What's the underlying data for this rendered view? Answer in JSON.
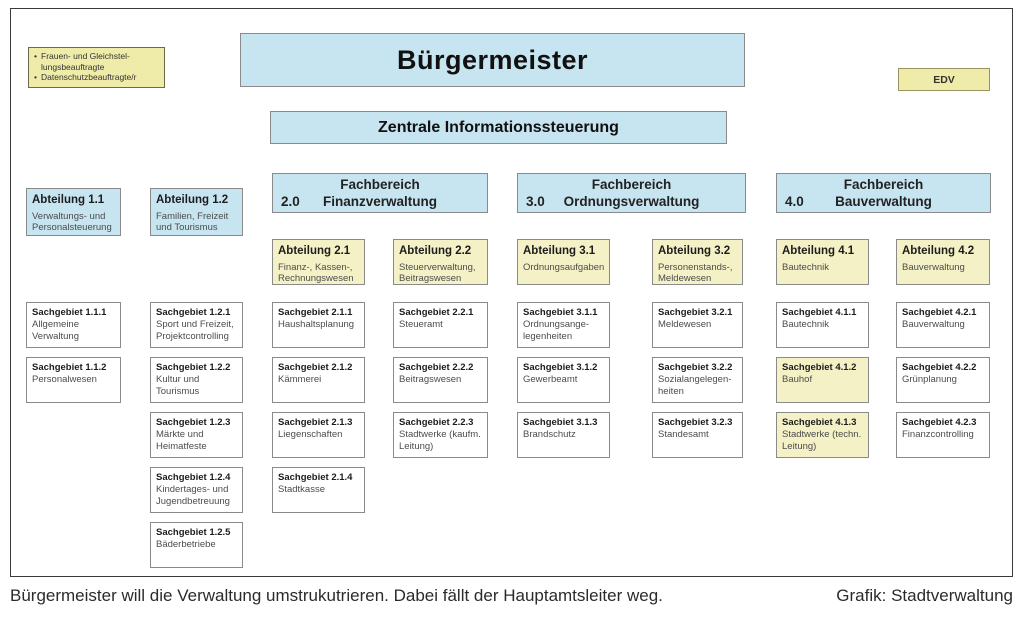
{
  "colors": {
    "box_blue": "#c7e4f1",
    "box_yellow": "#f4f1c6",
    "note_yellow": "#efeca9",
    "box_white": "#ffffff",
    "box_border": "#8a8a8a"
  },
  "note": {
    "items": [
      "Frauen- und Gleichstel-lungsbeauftragte",
      "Datenschutzbeauftragte/r"
    ]
  },
  "buergermeister": "Bürgermeister",
  "edv": "EDV",
  "zentrale": "Zentrale Informationssteuerung",
  "fachbereiche": [
    {
      "number": "2.0",
      "label": "Fachbereich",
      "name": "Finanzverwaltung"
    },
    {
      "number": "3.0",
      "label": "Fachbereich",
      "name": "Ordnungsverwaltung"
    },
    {
      "number": "4.0",
      "label": "Fachbereich",
      "name": "Bauverwaltung"
    }
  ],
  "abteilungen_blue": [
    {
      "title": "Abteilung 1.1",
      "subtitle": "Verwaltungs- und Personalsteuerung"
    },
    {
      "title": "Abteilung 1.2",
      "subtitle": "Familien, Freizeit und Tourismus"
    }
  ],
  "abteilungen": [
    {
      "title": "Abteilung 2.1",
      "subtitle": "Finanz-, Kassen-, Rechnungswesen"
    },
    {
      "title": "Abteilung 2.2",
      "subtitle": "Steuerverwaltung, Beitragswesen"
    },
    {
      "title": "Abteilung 3.1",
      "subtitle": "Ordnungsaufgaben"
    },
    {
      "title": "Abteilung 3.2",
      "subtitle": "Personenstands-, Meldewesen"
    },
    {
      "title": "Abteilung 4.1",
      "subtitle": "Bautechnik"
    },
    {
      "title": "Abteilung 4.2",
      "subtitle": "Bauverwaltung"
    }
  ],
  "columns": [
    [
      {
        "title": "Sachgebiet 1.1.1",
        "subtitle": "Allgemeine Verwaltung"
      },
      {
        "title": "Sachgebiet 1.1.2",
        "subtitle": "Personalwesen"
      }
    ],
    [
      {
        "title": "Sachgebiet 1.2.1",
        "subtitle": "Sport und Freizeit, Projektcontrolling"
      },
      {
        "title": "Sachgebiet 1.2.2",
        "subtitle": "Kultur und Tourismus"
      },
      {
        "title": "Sachgebiet 1.2.3",
        "subtitle": "Märkte und Heimatfeste"
      },
      {
        "title": "Sachgebiet 1.2.4",
        "subtitle": "Kindertages- und Jugendbetreuung"
      },
      {
        "title": "Sachgebiet 1.2.5",
        "subtitle": "Bäderbetriebe"
      }
    ],
    [
      {
        "title": "Sachgebiet 2.1.1",
        "subtitle": "Haushaltsplanung"
      },
      {
        "title": "Sachgebiet 2.1.2",
        "subtitle": "Kämmerei"
      },
      {
        "title": "Sachgebiet 2.1.3",
        "subtitle": "Liegenschaften"
      },
      {
        "title": "Sachgebiet 2.1.4",
        "subtitle": "Stadtkasse"
      }
    ],
    [
      {
        "title": "Sachgebiet 2.2.1",
        "subtitle": "Steueramt"
      },
      {
        "title": "Sachgebiet 2.2.2",
        "subtitle": "Beitragswesen"
      },
      {
        "title": "Sachgebiet 2.2.3",
        "subtitle": "Stadtwerke (kaufm. Leitung)"
      }
    ],
    [
      {
        "title": "Sachgebiet 3.1.1",
        "subtitle": "Ordnungsange-legenheiten"
      },
      {
        "title": "Sachgebiet 3.1.2",
        "subtitle": "Gewerbeamt"
      },
      {
        "title": "Sachgebiet 3.1.3",
        "subtitle": "Brandschutz"
      }
    ],
    [
      {
        "title": "Sachgebiet 3.2.1",
        "subtitle": "Meldewesen"
      },
      {
        "title": "Sachgebiet 3.2.2",
        "subtitle": "Sozialangelegen-heiten"
      },
      {
        "title": "Sachgebiet 3.2.3",
        "subtitle": "Standesamt"
      }
    ],
    [
      {
        "title": "Sachgebiet 4.1.1",
        "subtitle": "Bautechnik"
      },
      {
        "title": "Sachgebiet 4.1.2",
        "subtitle": "Bauhof",
        "highlight": true
      },
      {
        "title": "Sachgebiet 4.1.3",
        "subtitle": "Stadtwerke (techn. Leitung)",
        "highlight": true
      }
    ],
    [
      {
        "title": "Sachgebiet 4.2.1",
        "subtitle": "Bauverwaltung"
      },
      {
        "title": "Sachgebiet 4.2.2",
        "subtitle": "Grünplanung"
      },
      {
        "title": "Sachgebiet 4.2.3",
        "subtitle": "Finanzcontrolling"
      }
    ]
  ],
  "caption": {
    "left": "Bürgermeister will die Verwaltung umstrukutrieren. Dabei fällt der Hauptamtsleiter weg.",
    "right": "Grafik: Stadtverwaltung"
  }
}
